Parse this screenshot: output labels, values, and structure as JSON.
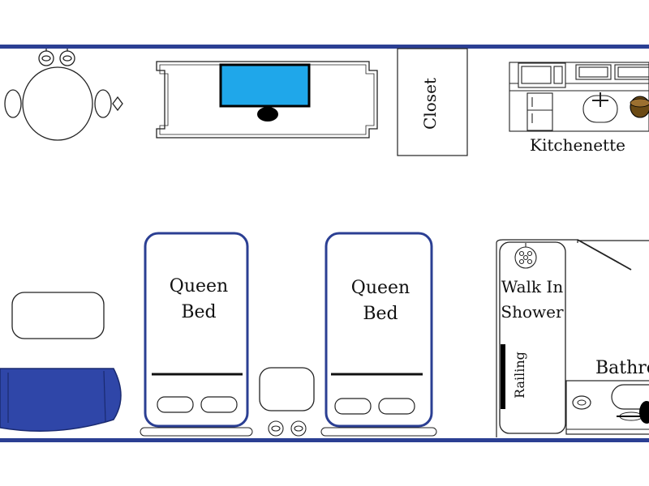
{
  "labels": {
    "closet": "Closet",
    "kitchenette": "Kitchenette",
    "bed1_line1": "Queen",
    "bed1_line2": "Bed",
    "bed2_line1": "Queen",
    "bed2_line2": "Bed",
    "shower_line1": "Walk In",
    "shower_line2": "Shower",
    "railing": "Railing",
    "bathroom": "Bathroom"
  },
  "colors": {
    "wall": "#2b3f93",
    "outline": "#222222",
    "tv_screen": "#1fa7ea",
    "sofa": "#2f46a8",
    "bed_frame": "#2b3f93",
    "toilet_lid": "#6b4a14"
  },
  "icons": {
    "dining": "round-table-with-chairs-icon",
    "tv": "tv-on-console-icon",
    "sofa": "sofa-icon",
    "nightstand": "nightstand-icon",
    "kitchen": "kitchen-appliances-icon",
    "shower_head": "shower-head-icon",
    "toilet": "toilet-icon",
    "sink": "sink-icon",
    "lamps": "lamp-icon"
  }
}
